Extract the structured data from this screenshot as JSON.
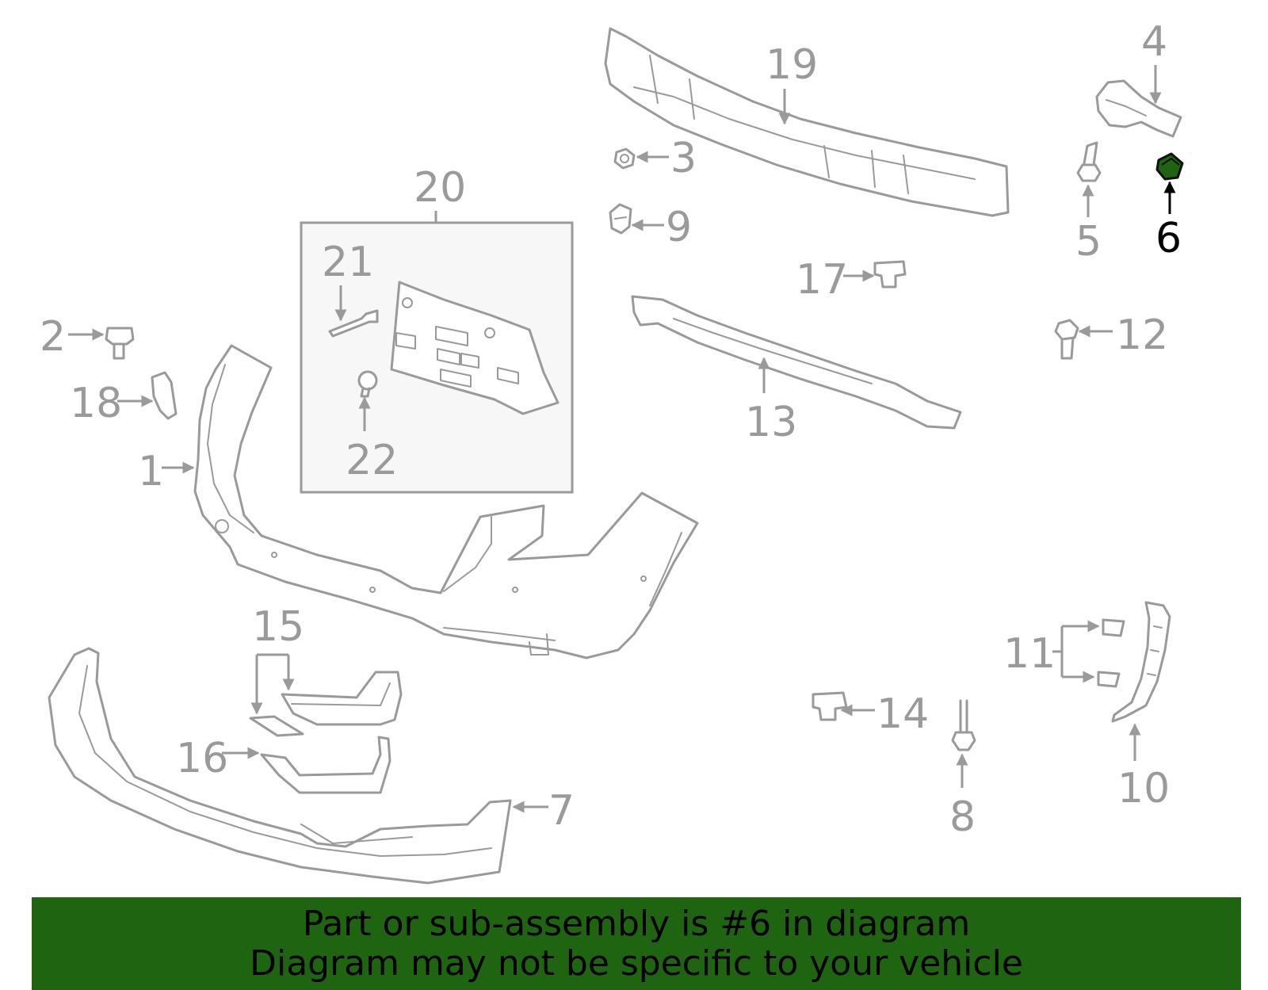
{
  "diagram": {
    "highlighted_part": "6",
    "highlight_color": "#1f6410",
    "part_color": "#9a9a9a",
    "callouts": [
      "1",
      "2",
      "3",
      "4",
      "5",
      "6",
      "7",
      "8",
      "9",
      "10",
      "11",
      "12",
      "13",
      "14",
      "15",
      "16",
      "17",
      "18",
      "19",
      "20",
      "21",
      "22"
    ]
  },
  "banner": {
    "line1": "Part or sub-assembly is #6 in diagram",
    "line2": "Diagram may not be specific to your vehicle",
    "background": "#1f6410"
  }
}
